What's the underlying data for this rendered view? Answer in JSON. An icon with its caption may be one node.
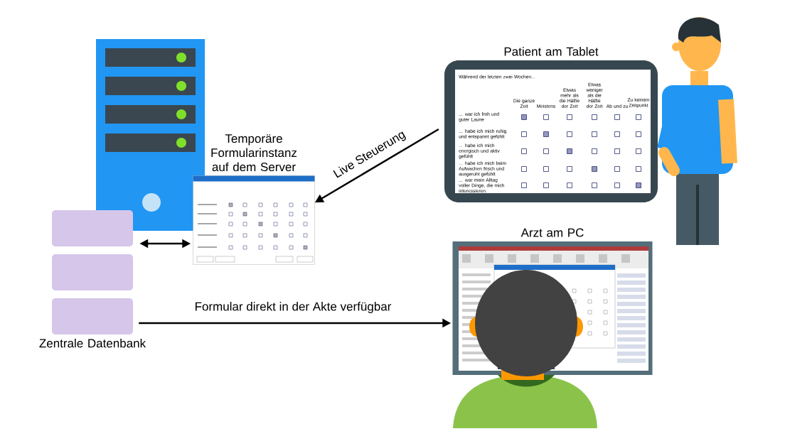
{
  "diagram": {
    "nodes": [
      {
        "text": [
          "Zentrale Datenbank"
        ]
      },
      {
        "text": [
          "Temporäre Formularinstanz auf dem Server"
        ]
      },
      {
        "text": [
          "Patient am Tablet"
        ]
      },
      {
        "text": [
          "Arzt am PC"
        ]
      }
    ],
    "edges": [
      {
        "from": 0,
        "to": 1,
        "arrow": "both"
      },
      {
        "from": 2,
        "to": 1,
        "arrow": "to",
        "label": "Live Steuerung"
      },
      {
        "from": 0,
        "to": 3,
        "arrow": "to",
        "label": "Formular direkt in der Akte verfügbar"
      }
    ],
    "labels": [
      "Während der letzten zwei Wochen...",
      "Die ganze Zeit",
      "Meistens",
      "Etwas mehr als die Hälfte der Zeit",
      "Etwas weniger als die Hälfte der Zeit",
      "Ab und zu",
      "Zu keinem Zeitpunkt",
      "... war ich froh und guter Laune",
      "... habe ich mich ruhig und entspannt gefühlt",
      "... habe ich mich energisch und aktiv gefühlt",
      "... habe ich mich beim Aufwachen frisch und ausgeruht gefühlt",
      "... war mein Alltag voller Dinge, die mich interessieren"
    ]
  }
}
